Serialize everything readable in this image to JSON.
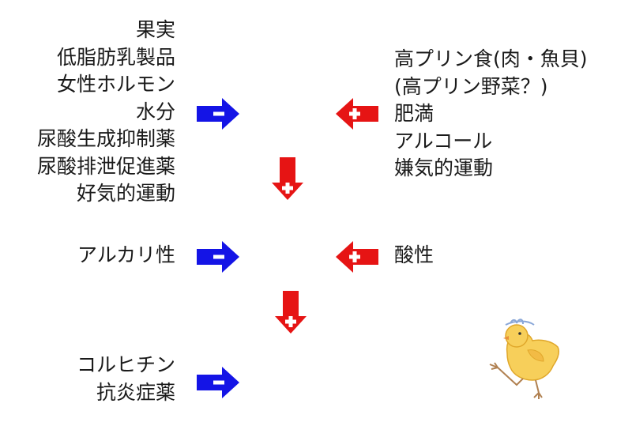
{
  "left_factors_top": [
    "果実",
    "低脂肪乳製品",
    "女性ホルモン",
    "水分",
    "尿酸生成抑制薬",
    "尿酸排泄促進薬",
    "好気的運動"
  ],
  "right_factors_top": [
    "高プリン食(肉・魚貝)",
    "(高プリン野菜？)",
    "肥満",
    "アルコール",
    "嫌気的運動"
  ],
  "left_factor_middle": "アルカリ性",
  "right_factor_middle": "酸性",
  "left_factors_bottom": [
    "コルヒチン",
    "抗炎症薬"
  ],
  "colors": {
    "decrease_arrow": "#1414e6",
    "increase_arrow": "#e61414",
    "chick": "#f2c23a"
  },
  "icons": {
    "decrease": "minus-arrow-icon",
    "increase": "plus-arrow-icon",
    "mascot": "chick-icon"
  }
}
